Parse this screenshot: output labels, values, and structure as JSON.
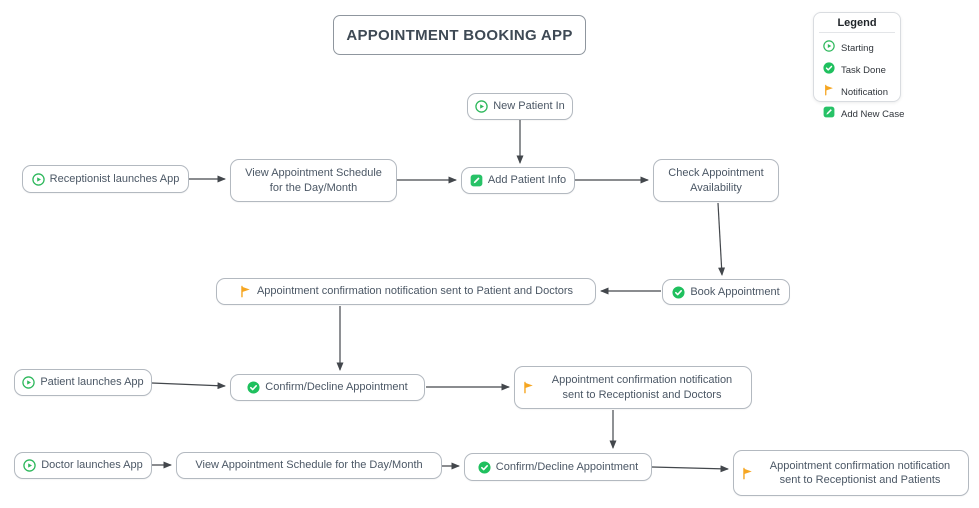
{
  "diagram": {
    "title": "APPOINTMENT BOOKING APP",
    "type": "flowchart"
  },
  "legend": {
    "title": "Legend",
    "items": [
      {
        "icon": "starting-icon",
        "label": "Starting"
      },
      {
        "icon": "task-done-icon",
        "label": "Task Done"
      },
      {
        "icon": "notification-icon",
        "label": "Notification"
      },
      {
        "icon": "add-new-case-icon",
        "label": "Add New Case"
      }
    ]
  },
  "colors": {
    "starting_green": "#2eb85c",
    "task_done_green": "#1fc05e",
    "notification_orange": "#f6a621",
    "add_case_green": "#27c267",
    "node_border": "#b3b9c0",
    "node_text": "#4b5765",
    "connector": "#43474c"
  },
  "nodes": {
    "new_patient_in": {
      "label": "New Patient In",
      "icon": "starting"
    },
    "receptionist_launches_app": {
      "label": "Receptionist launches App",
      "icon": "starting"
    },
    "view_schedule_1": {
      "label": "View Appointment Schedule for the Day/Month",
      "icon": null
    },
    "add_patient_info": {
      "label": "Add Patient Info",
      "icon": "add-new-case"
    },
    "check_availability": {
      "label": "Check Appointment Availability",
      "icon": null
    },
    "book_appointment": {
      "label": "Book Appointment",
      "icon": "task-done"
    },
    "notif_patient_doctors": {
      "label": "Appointment confirmation notification sent to Patient and Doctors",
      "icon": "notification"
    },
    "patient_launches_app": {
      "label": "Patient launches App",
      "icon": "starting"
    },
    "confirm_decline_1": {
      "label": "Confirm/Decline Appointment",
      "icon": "task-done"
    },
    "notif_receptionist_doctors": {
      "label": "Appointment confirmation notification sent to Receptionist and Doctors",
      "icon": "notification"
    },
    "doctor_launches_app": {
      "label": "Doctor launches App",
      "icon": "starting"
    },
    "view_schedule_2": {
      "label": "View Appointment Schedule for the Day/Month",
      "icon": null
    },
    "confirm_decline_2": {
      "label": "Confirm/Decline Appointment",
      "icon": "task-done"
    },
    "notif_receptionist_patients": {
      "label": "Appointment confirmation notification sent to Receptionist and Patients",
      "icon": "notification"
    }
  },
  "edges": [
    {
      "from": "new_patient_in",
      "to": "add_patient_info"
    },
    {
      "from": "receptionist_launches_app",
      "to": "view_schedule_1"
    },
    {
      "from": "view_schedule_1",
      "to": "add_patient_info"
    },
    {
      "from": "add_patient_info",
      "to": "check_availability"
    },
    {
      "from": "check_availability",
      "to": "book_appointment"
    },
    {
      "from": "book_appointment",
      "to": "notif_patient_doctors"
    },
    {
      "from": "notif_patient_doctors",
      "to": "confirm_decline_1"
    },
    {
      "from": "patient_launches_app",
      "to": "confirm_decline_1"
    },
    {
      "from": "confirm_decline_1",
      "to": "notif_receptionist_doctors"
    },
    {
      "from": "notif_receptionist_doctors",
      "to": "confirm_decline_2"
    },
    {
      "from": "doctor_launches_app",
      "to": "view_schedule_2"
    },
    {
      "from": "view_schedule_2",
      "to": "confirm_decline_2"
    },
    {
      "from": "confirm_decline_2",
      "to": "notif_receptionist_patients"
    }
  ]
}
